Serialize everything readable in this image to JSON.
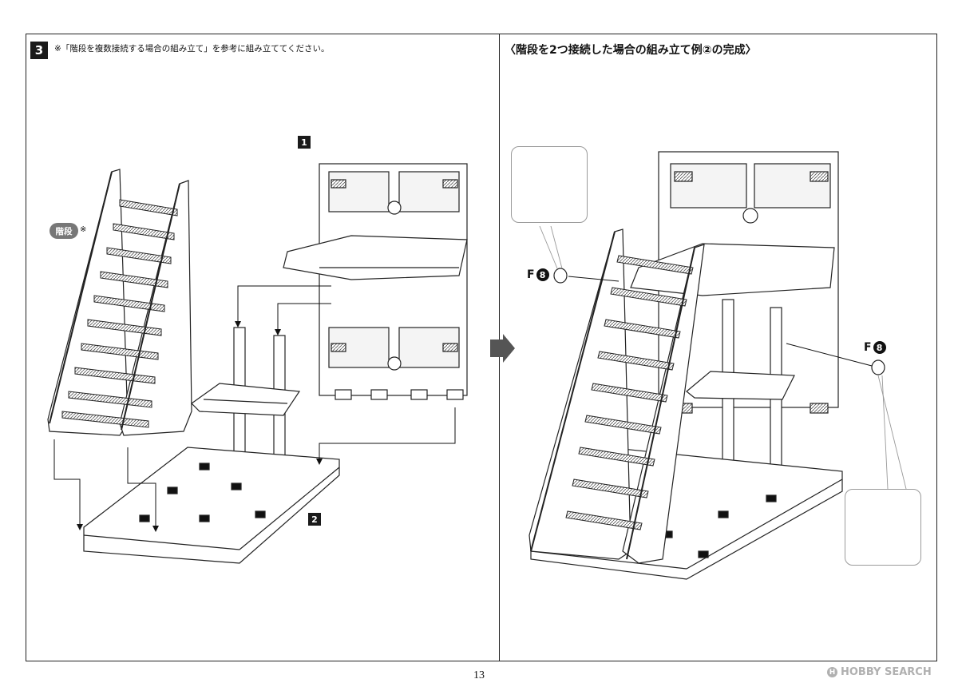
{
  "step": {
    "number": "3",
    "note": "※「階段を複数接続する場合の組み立て」を参考に組み立ててください。"
  },
  "right": {
    "title": "〈階段を2つ接続した場合の組み立て例②の完成〉"
  },
  "parts": {
    "stairs_pill": "階段",
    "stairs_note": "※",
    "sub_one": "1",
    "sub_two": "2",
    "f_letter": "F",
    "f_number": "8"
  },
  "footer": {
    "page_number": "13",
    "watermark_symbol": "H",
    "watermark_text": "HOBBY SEARCH"
  }
}
